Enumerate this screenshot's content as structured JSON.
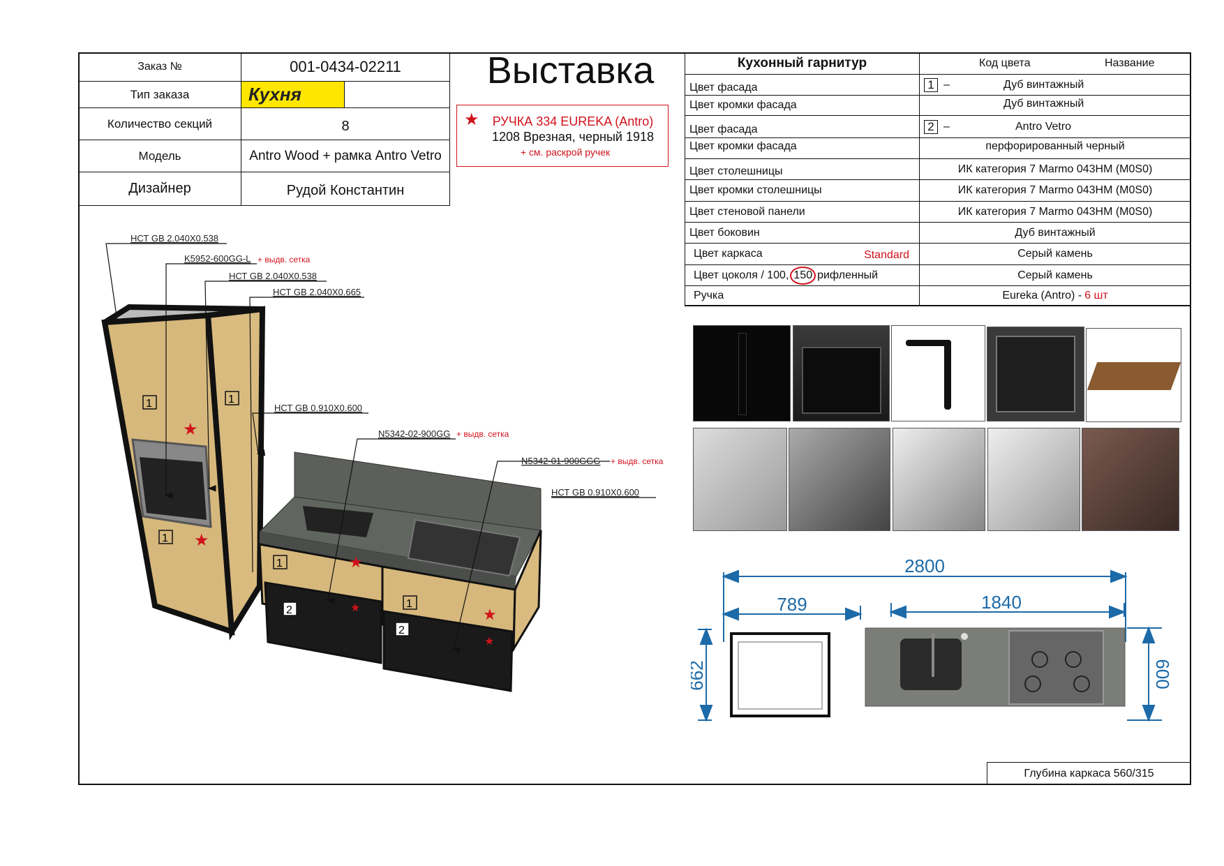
{
  "order_info": {
    "rows": [
      {
        "label": "Заказ №",
        "value": "001-0434-02211"
      },
      {
        "label": "Тип заказа",
        "value": "Кухня"
      },
      {
        "label": "Количество секций",
        "value": "8"
      },
      {
        "label": "Модель",
        "value": "Antro Wood + рамка Antro Vetro"
      },
      {
        "label": "Дизайнер",
        "value": "Рудой Константин"
      }
    ]
  },
  "title": "Выставка",
  "handle_note": {
    "line1": "РУЧКА 334 EUREKA (Antro)",
    "line2": "1208 Врезная, черный 1918",
    "line3": "+ см. раскрой ручек"
  },
  "spec_table": {
    "header": {
      "left": "Кухонный гарнитур",
      "code": "Код цвета",
      "name": "Название"
    },
    "rows": [
      {
        "label": "Цвет фасада",
        "code": "1",
        "dash": "–",
        "value": "Дуб винтажный"
      },
      {
        "label": "Цвет кромки фасада",
        "value": "Дуб винтажный"
      },
      {
        "label": "Цвет фасада",
        "code": "2",
        "dash": "–",
        "value": "Antro Vetro"
      },
      {
        "label": "Цвет кромки фасада",
        "value": "перфорированный черный"
      },
      {
        "label": "Цвет столешницы",
        "value": "ИК категория 7 Marmo 043HM (M0S0)"
      },
      {
        "label": "Цвет кромки столешницы",
        "value": "ИК категория 7 Marmo 043HM (M0S0)"
      },
      {
        "label": "Цвет стеновой панели",
        "value": "ИК категория 7 Marmo 043HM (M0S0)"
      },
      {
        "label": "Цвет боковин",
        "value": "Дуб винтажный"
      },
      {
        "label": "Цвет каркаса",
        "note": "Standard",
        "value": "Серый камень"
      },
      {
        "label_a": "Цвет цоколя / 100,",
        "label_circled": "150",
        "label_b": "рифленный",
        "value": "Серый камень"
      },
      {
        "label": "Ручка",
        "value_a": "Eureka (Antro) - ",
        "value_b": "6 шт"
      }
    ]
  },
  "drawing_labels": {
    "l1": "НСТ GB 2.040X0.538",
    "l2": "K5952-600GG-L",
    "l2_note": "+ выдв. сетка",
    "l3": "НСТ GB 2.040X0.538",
    "l4": "НСТ GB 2.040X0.665",
    "l5": "НСТ GB 0.910X0.600",
    "l6": "N5342-02-900GG",
    "l6_note": "+ выдв. сетка",
    "l7": "N5342-01-900GGG",
    "l7_note": "+ выдв. сетка",
    "l8": "НСТ GB 0.910X0.600",
    "code1": "1",
    "code2": "2"
  },
  "dimensions": {
    "total": "2800",
    "left": "789",
    "right": "1840",
    "depth_left": "662",
    "depth_right": "600"
  },
  "footer": {
    "depth_note": "Глубина каркаса 560/315"
  },
  "colors": {
    "accent_red": "#d0121b",
    "highlight": "#ffe600",
    "dimension_blue": "#1c6aa8"
  }
}
